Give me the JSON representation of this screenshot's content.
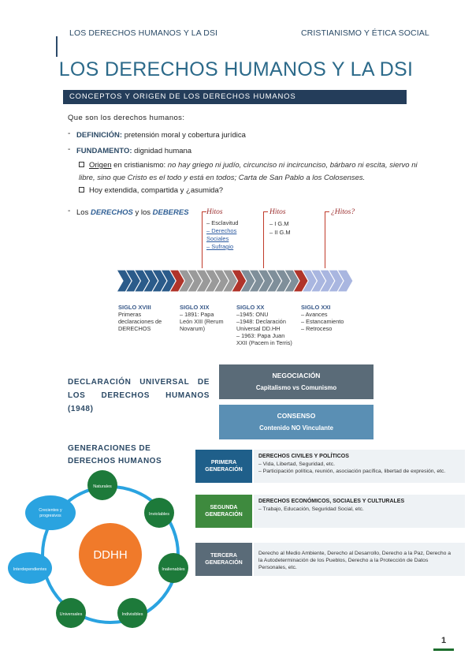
{
  "header": {
    "left": "LOS DERECHOS HUMANOS Y LA DSI",
    "right": "CRISTIANISMO Y ÉTICA SOCIAL"
  },
  "title": "LOS DERECHOS HUMANOS Y LA DSI",
  "section": "CONCEPTOS Y ORIGEN DE LOS DERECHOS HUMANOS",
  "question": "Que son los derechos humanos:",
  "definicion": {
    "label": "DEFINICIÓN:",
    "text": " pretensión moral y cobertura jurídica"
  },
  "fundamento": {
    "label": "FUNDAMENTO:",
    "text": " dignidad humana"
  },
  "origen": {
    "label": "Origen",
    "text_pre": " en cristianismo: ",
    "quote": "no hay griego ni judío, circunciso ni incircunciso, bárbaro ni escita, siervo ni libre, sino que Cristo es el todo y está en todos; Carta de San Pablo a los Colosenses."
  },
  "hoy": "Hoy extendida, compartida y ¿asumida?",
  "derechos_deberes": {
    "pre": "Los ",
    "derechos": "DERECHOS",
    "mid": " y los ",
    "deberes": "DEBERES"
  },
  "timeline": {
    "hitos1": {
      "title": "Hitos",
      "items": [
        "– Esclavitud",
        "– Derechos",
        "Sociales",
        "– Sufragio"
      ]
    },
    "hitos2": {
      "title": "Hitos",
      "items": [
        "– I G.M",
        "– II G.M"
      ]
    },
    "hitos3": {
      "title": "¿Hitos?"
    },
    "siglos": [
      {
        "title": "SIGLO XVIII",
        "lines": [
          "Primeras",
          "declaraciones de",
          "DERECHOS"
        ]
      },
      {
        "title": "SIGLO XIX",
        "lines": [
          "– 1891: Papa",
          "León XIII (Rerum",
          "Novarum)"
        ]
      },
      {
        "title": "SIGLO XX",
        "lines": [
          "–1945: ONU",
          "–1948: Declaración",
          "Universal DD.HH",
          "– 1963: Papa Juan",
          "XXII (Pacem in Terris)"
        ]
      },
      {
        "title": "SIGLO XXI",
        "lines": [
          "– Avances",
          "– Estancamiento",
          "– Retroceso"
        ]
      }
    ]
  },
  "declaracion": {
    "title": "DECLARACIÓN UNIVERSAL DE LOS DERECHOS HUMANOS (1948)",
    "negociacion": {
      "title": "NEGOCIACIÓN",
      "sub": "Capitalismo vs Comunismo"
    },
    "consenso": {
      "title": "CONSENSO",
      "sub": "Contenido NO Vinculante"
    }
  },
  "generaciones": {
    "title": "GENERACIONES DE DERECHOS HUMANOS",
    "items": [
      {
        "name_lines": [
          "PRIMERA",
          "GENERACIÓN"
        ],
        "title": "DERECHOS CIVILES Y POLÍTICOS",
        "lines": [
          "– Vida, Libertad, Seguridad, etc.",
          "– Participación política, reunión, asociación pacífica, libertad de expresión, etc."
        ]
      },
      {
        "name_lines": [
          "SEGUNDA",
          "GENERACIÓN"
        ],
        "title": "DERECHOS ECONÓMICOS, SOCIALES Y CULTURALES",
        "lines": [
          "– Trabajo, Educación, Seguridad Social, etc."
        ]
      },
      {
        "name_lines": [
          "TERCERA",
          "GENERACIÓN"
        ],
        "title": "",
        "lines": [
          "Derecho al Medio Ambiente, Derecho al Desarrollo, Derecho a la Paz, Derecho a",
          "la Autodeterminación de los Pueblos, Derecho a la Protección de Datos",
          "Personales, etc."
        ]
      }
    ]
  },
  "ddhh": {
    "center": "DDHH",
    "nodes": [
      "Naturales",
      "Inviolables",
      "Inalienables",
      "Indivisibles",
      "Universales",
      "Interdependientes",
      "Crecientes y progresivos"
    ]
  },
  "colors": {
    "navy": "#243d5a",
    "title_blue": "#2c6a8a",
    "red": "#c03a2a",
    "green": "#1d7a3a",
    "orange": "#f07a2a",
    "cyan": "#2aa3e0",
    "slate": "#5a6b78",
    "steel": "#5a8fb4"
  },
  "page_number": "1"
}
